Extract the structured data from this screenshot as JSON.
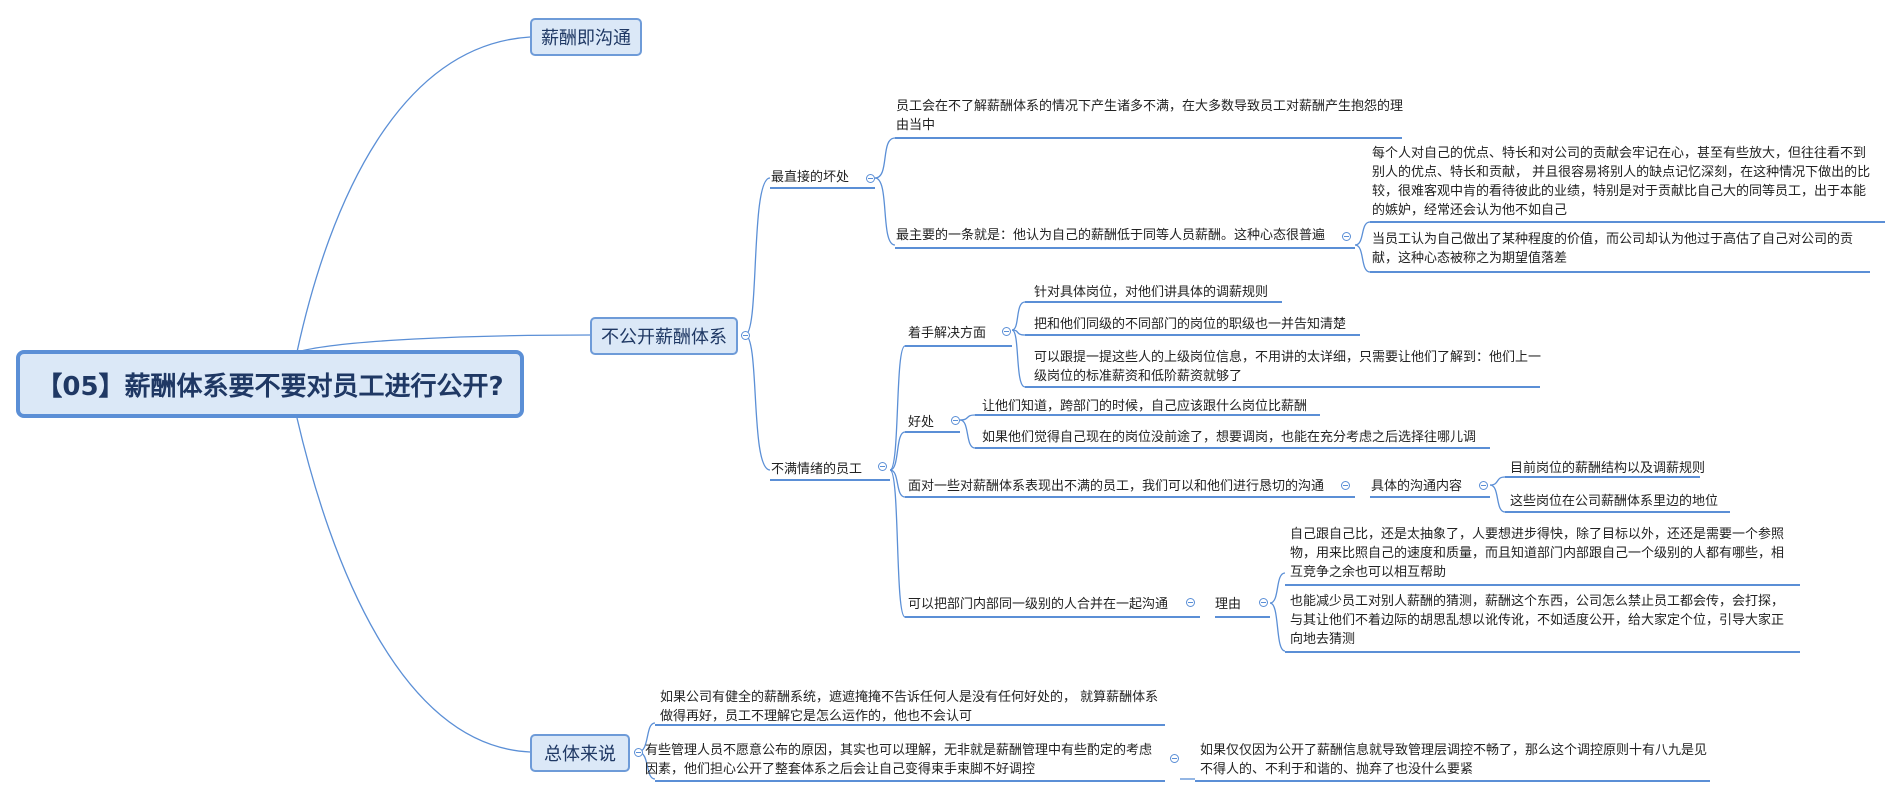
{
  "root": "【05】薪酬体系要不要对员工进行公开?",
  "branches": {
    "b1": "薪酬即沟通",
    "b2": "不公开薪酬体系",
    "b3": "总体来说"
  },
  "b2": {
    "direct": "最直接的坏处",
    "direct_1": "员工会在不了解薪酬体系的情况下产生诸多不满，在大多数导致员工对薪酬产生抱怨的理由当中",
    "direct_2": "最主要的一条就是：他认为自己的薪酬低于同等人员薪酬。这种心态很普遍",
    "direct_2a": "每个人对自己的优点、特长和对公司的贡献会牢记在心，甚至有些放大，但往往看不到别人的优点、特长和贡献， 并且很容易将别人的缺点记忆深刻，在这种情况下做出的比较，很难客观中肯的看待彼此的业绩，特别是对于贡献比自己大的同等员工，出于本能的嫉妒，经常还会认为他不如自己",
    "direct_2b": "当员工认为自己做出了某种程度的价值，而公司却认为他过于高估了自己对公司的贡献，这种心态被称之为期望值落差",
    "unhappy": "不满情绪的员工",
    "start": "着手解决方面",
    "start_1": "针对具体岗位，对他们讲具体的调薪规则",
    "start_2": "把和他们同级的不同部门的岗位的职级也一并告知清楚",
    "start_3": "可以跟提一提这些人的上级岗位信息，不用讲的太详细，只需要让他们了解到：他们上一级岗位的标准薪资和低阶薪资就够了",
    "benefit": "好处",
    "benefit_1": "让他们知道，跨部门的时候，自己应该跟什么岗位比薪酬",
    "benefit_2": "如果他们觉得自己现在的岗位没前途了，想要调岗，也能在充分考虑之后选择往哪儿调",
    "face": "面对一些对薪酬体系表现出不满的员工，我们可以和他们进行恳切的沟通",
    "content": "具体的沟通内容",
    "content_1": "目前岗位的薪酬结构以及调薪规则",
    "content_2": "这些岗位在公司薪酬体系里边的地位",
    "merge": "可以把部门内部同一级别的人合并在一起沟通",
    "reason": "理由",
    "reason_1": "自己跟自己比，还是太抽象了，人要想进步得快，除了目标以外，还还是需要一个参照物，用来比照自己的速度和质量，而且知道部门内部跟自己一个级别的人都有哪些，相互竞争之余也可以相互帮助",
    "reason_2": "也能减少员工对别人薪酬的猜测，薪酬这个东西，公司怎么禁止员工都会传，会打探，与其让他们不着边际的胡思乱想以讹传讹，不如适度公开，给大家定个位，引导大家正向地去猜测"
  },
  "b3": {
    "s1": "如果公司有健全的薪酬系统，遮遮掩掩不告诉任何人是没有任何好处的， 就算薪酬体系做得再好，员工不理解它是怎么运作的，他也不会认可",
    "s2": "有些管理人员不愿意公布的原因，其实也可以理解，无非就是薪酬管理中有些酌定的考虑因素，他们担心公开了整套体系之后会让自己变得束手束脚不好调控",
    "s2a": "如果仅仅因为公开了薪酬信息就导致管理层调控不畅了，那么这个调控原则十有八九是见不得人的、不利于和谐的、抛弃了也没什么要紧"
  },
  "colors": {
    "line": "#5b8fd6",
    "box_fill": "#dbe8f7",
    "root_border": "#5b8fd6"
  }
}
